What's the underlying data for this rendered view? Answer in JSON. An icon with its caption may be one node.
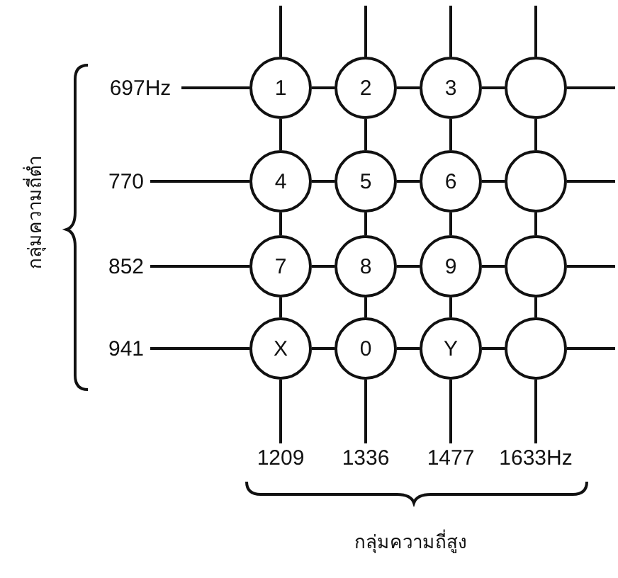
{
  "diagram": {
    "nodes": [
      {
        "text": [
          "697Hz"
        ]
      },
      {
        "text": [
          "1"
        ]
      },
      {
        "text": [
          "2"
        ]
      },
      {
        "text": [
          "3"
        ]
      },
      {
        "text": [],
        "shape": "circle"
      },
      {
        "text": [
          "770"
        ]
      },
      {
        "text": [
          "4"
        ]
      },
      {
        "text": [
          "5"
        ]
      },
      {
        "text": [
          "6"
        ]
      },
      {
        "text": [],
        "shape": "circle"
      },
      {
        "text": [
          "852"
        ]
      },
      {
        "text": [
          "7"
        ]
      },
      {
        "text": [
          "8"
        ]
      },
      {
        "text": [
          "9"
        ]
      },
      {
        "text": [],
        "shape": "circle"
      },
      {
        "text": [
          "941"
        ]
      },
      {
        "text": [
          "X"
        ]
      },
      {
        "text": [
          "0"
        ]
      },
      {
        "text": [
          "Y"
        ]
      },
      {
        "text": [],
        "shape": "circle"
      },
      {
        "text": [
          "1209"
        ]
      },
      {
        "text": [
          "1336"
        ]
      },
      {
        "text": [
          "1477"
        ]
      },
      {
        "text": [
          "1633Hz"
        ]
      }
    ],
    "edges": [
      {
        "from": 0,
        "to": 1,
        "arrow": "none"
      },
      {
        "from": 5,
        "to": 6,
        "arrow": "none"
      },
      {
        "from": 10,
        "to": 11,
        "arrow": "none"
      },
      {
        "from": 15,
        "to": 16,
        "arrow": "none"
      },
      {
        "from": 1,
        "to": 2,
        "arrow": "none"
      },
      {
        "from": 2,
        "to": 3,
        "arrow": "none"
      },
      {
        "from": 3,
        "to": 4,
        "arrow": "none"
      },
      {
        "from": 6,
        "to": 7,
        "arrow": "none"
      },
      {
        "from": 7,
        "to": 8,
        "arrow": "none"
      },
      {
        "from": 8,
        "to": 9,
        "arrow": "none"
      },
      {
        "from": 11,
        "to": 12,
        "arrow": "none"
      },
      {
        "from": 12,
        "to": 13,
        "arrow": "none"
      },
      {
        "from": 13,
        "to": 14,
        "arrow": "none"
      },
      {
        "from": 16,
        "to": 17,
        "arrow": "none"
      },
      {
        "from": 17,
        "to": 18,
        "arrow": "none"
      },
      {
        "from": 18,
        "to": 19,
        "arrow": "none"
      },
      {
        "from": 4,
        "to": null,
        "arrow": "none"
      },
      {
        "from": 9,
        "to": null,
        "arrow": "none"
      },
      {
        "from": 14,
        "to": null,
        "arrow": "none"
      },
      {
        "from": 19,
        "to": null,
        "arrow": "none"
      },
      {
        "from": null,
        "to": 1,
        "arrow": "none"
      },
      {
        "from": null,
        "to": 2,
        "arrow": "none"
      },
      {
        "from": null,
        "to": 3,
        "arrow": "none"
      },
      {
        "from": null,
        "to": 4,
        "arrow": "none"
      },
      {
        "from": 1,
        "to": 6,
        "arrow": "none"
      },
      {
        "from": 6,
        "to": 11,
        "arrow": "none"
      },
      {
        "from": 11,
        "to": 16,
        "arrow": "none"
      },
      {
        "from": 2,
        "to": 7,
        "arrow": "none"
      },
      {
        "from": 7,
        "to": 12,
        "arrow": "none"
      },
      {
        "from": 12,
        "to": 17,
        "arrow": "none"
      },
      {
        "from": 3,
        "to": 8,
        "arrow": "none"
      },
      {
        "from": 8,
        "to": 13,
        "arrow": "none"
      },
      {
        "from": 13,
        "to": 18,
        "arrow": "none"
      },
      {
        "from": 4,
        "to": 9,
        "arrow": "none"
      },
      {
        "from": 9,
        "to": 14,
        "arrow": "none"
      },
      {
        "from": 14,
        "to": 19,
        "arrow": "none"
      },
      {
        "from": 16,
        "to": 20,
        "arrow": "none"
      },
      {
        "from": 17,
        "to": 21,
        "arrow": "none"
      },
      {
        "from": 18,
        "to": 22,
        "arrow": "none"
      },
      {
        "from": 19,
        "to": 23,
        "arrow": "none"
      }
    ],
    "labels": [
      "กลุ่มความถี่ต่ำ",
      "กลุ่มความถี่สูง"
    ]
  }
}
